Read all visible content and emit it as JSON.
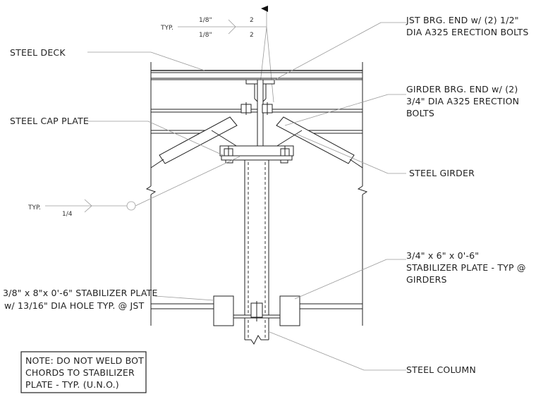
{
  "callouts": {
    "jst_brg_1": "JST BRG. END w/ (2) 1/2\"",
    "jst_brg_2": "DIA A325 ERECTION BOLTS",
    "girder_brg_1": "GIRDER BRG. END w/ (2)",
    "girder_brg_2": "3/4\" DIA A325 ERECTION",
    "girder_brg_3": "BOLTS",
    "steel_deck": "STEEL DECK",
    "steel_cap_plate": "STEEL CAP PLATE",
    "steel_girder": "STEEL GIRDER",
    "stab_plate_girder_1": "3/4\" x 6\" x  0'-6\"",
    "stab_plate_girder_2": "STABILIZER PLATE - TYP @",
    "stab_plate_girder_3": "GIRDERS",
    "stab_plate_jst_1": "3/8\" x 8\"x 0'-6\" STABILIZER PLATE",
    "stab_plate_jst_2": "w/ 13/16\" DIA HOLE TYP. @ JST",
    "steel_column": "STEEL COLUMN"
  },
  "weld_symbols": {
    "top": {
      "typ": "TYP.",
      "size_upper": "1/8\"",
      "size_lower": "1/8\"",
      "len_upper": "2",
      "len_lower": "2"
    },
    "side": {
      "typ": "TYP.",
      "size": "1/4"
    }
  },
  "note": {
    "line1": "NOTE: DO NOT WELD BOT",
    "line2": "CHORDS TO STABILIZER",
    "line3": "PLATE - TYP. (U.N.O.)"
  }
}
